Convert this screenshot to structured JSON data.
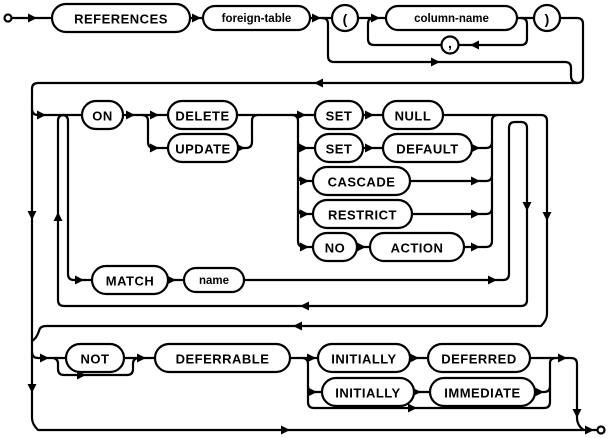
{
  "diagram": {
    "kind": "railroad-syntax-diagram",
    "colors": {
      "line": "#000000",
      "background": "#ffffff"
    },
    "nodes": {
      "references": {
        "label": "REFERENCES",
        "kind": "keyword"
      },
      "foreign_table": {
        "label": "foreign-table",
        "kind": "nonterminal"
      },
      "open_paren": {
        "label": "(",
        "kind": "punctuation"
      },
      "column_name": {
        "label": "column-name",
        "kind": "nonterminal"
      },
      "comma": {
        "label": ",",
        "kind": "punctuation"
      },
      "close_paren": {
        "label": ")",
        "kind": "punctuation"
      },
      "on": {
        "label": "ON",
        "kind": "keyword"
      },
      "delete": {
        "label": "DELETE",
        "kind": "keyword"
      },
      "update": {
        "label": "UPDATE",
        "kind": "keyword"
      },
      "set1": {
        "label": "SET",
        "kind": "keyword"
      },
      "null": {
        "label": "NULL",
        "kind": "keyword"
      },
      "set2": {
        "label": "SET",
        "kind": "keyword"
      },
      "default": {
        "label": "DEFAULT",
        "kind": "keyword"
      },
      "cascade": {
        "label": "CASCADE",
        "kind": "keyword"
      },
      "restrict": {
        "label": "RESTRICT",
        "kind": "keyword"
      },
      "no": {
        "label": "NO",
        "kind": "keyword"
      },
      "action": {
        "label": "ACTION",
        "kind": "keyword"
      },
      "match": {
        "label": "MATCH",
        "kind": "keyword"
      },
      "name": {
        "label": "name",
        "kind": "nonterminal"
      },
      "not": {
        "label": "NOT",
        "kind": "keyword"
      },
      "deferrable": {
        "label": "DEFERRABLE",
        "kind": "keyword"
      },
      "initially1": {
        "label": "INITIALLY",
        "kind": "keyword"
      },
      "deferred": {
        "label": "DEFERRED",
        "kind": "keyword"
      },
      "initially2": {
        "label": "INITIALLY",
        "kind": "keyword"
      },
      "immediate": {
        "label": "IMMEDIATE",
        "kind": "keyword"
      }
    }
  }
}
